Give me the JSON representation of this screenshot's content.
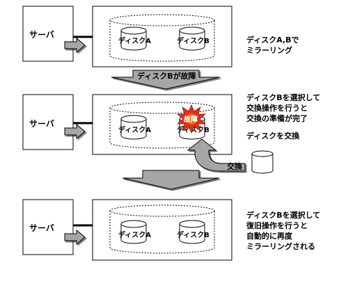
{
  "colors": {
    "line": "#000000",
    "arrow_fill": "#a6a6a6",
    "burst": "#d9321f",
    "burst_inner": "#f4a200",
    "background": "#ffffff"
  },
  "stages": [
    {
      "server_label": "サーバ",
      "disk_a_label": "ディスクA",
      "disk_b_label": "ディスクB",
      "description": [
        "ディスクA,Bで",
        "ミラーリング"
      ]
    },
    {
      "server_label": "サーバ",
      "disk_a_label": "ディスクA",
      "disk_b_label": "ディスクB",
      "failure_badge": "故障",
      "description": [
        "ディスクBを選択して",
        "交換操作を行うと",
        "交換の準備が完了"
      ],
      "replace_caption": "ディスクを交換",
      "swap_arrow_label": "交換"
    },
    {
      "server_label": "サーバ",
      "disk_a_label": "ディスクA",
      "disk_b_label": "ディスクB",
      "description": [
        "ディスクBを選択して",
        "復旧操作を行うと",
        "自動的に再度",
        "ミラーリングされる"
      ]
    }
  ],
  "transitions": [
    {
      "label": "ディスクBが故障"
    },
    {
      "label": ""
    }
  ],
  "icons": [
    "server-box",
    "cylinder-disk-icon",
    "right-arrow-icon",
    "down-arrow-icon",
    "burst-icon",
    "curved-arrow-icon"
  ]
}
